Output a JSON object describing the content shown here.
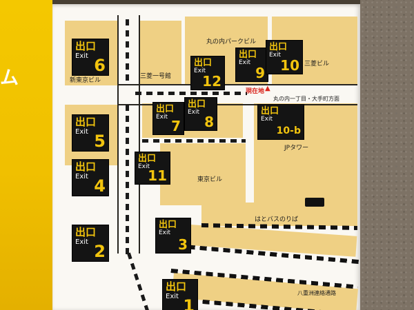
{
  "wall": {
    "side_text": "ム"
  },
  "map": {
    "exits": [
      {
        "cn": "出口",
        "en": "Exit",
        "num": "6"
      },
      {
        "cn": "出口",
        "en": "Exit",
        "num": "12"
      },
      {
        "cn": "出口",
        "en": "Exit",
        "num": "9"
      },
      {
        "cn": "出口",
        "en": "Exit",
        "num": "10"
      },
      {
        "cn": "出口",
        "en": "Exit",
        "num": "5"
      },
      {
        "cn": "出口",
        "en": "Exit",
        "num": "7"
      },
      {
        "cn": "出口",
        "en": "Exit",
        "num": "8"
      },
      {
        "cn": "出口",
        "en": "Exit",
        "num": "10-b"
      },
      {
        "cn": "出口",
        "en": "Exit",
        "num": "11"
      },
      {
        "cn": "出口",
        "en": "Exit",
        "num": "4"
      },
      {
        "cn": "出口",
        "en": "Exit",
        "num": "3"
      },
      {
        "cn": "出口",
        "en": "Exit",
        "num": "2"
      },
      {
        "cn": "出口",
        "en": "Exit",
        "num": "1"
      }
    ],
    "labels": {
      "marunouchi_park": "丸の内パークビル",
      "mitsubishi": "三菱ビル",
      "shin_tokyo": "新東京ビル",
      "mitsubishi_ichigokan": "三菱一号館",
      "direction": "丸の内一丁目・大手町方面",
      "current_location": "現在地",
      "jp_tower": "JPタワー",
      "tokyo_bldg": "東京ビル",
      "hato_bus": "はとバスのりば",
      "yaesu": "八重洲連絡通路"
    },
    "marker_triangle": "▲"
  },
  "colors": {
    "wall_yellow": "#f0c000",
    "wall_stone": "#7d7265",
    "panel_white": "#faf8f3",
    "building_tan": "#efd084",
    "sign_black": "#141414",
    "sign_yellow": "#f2c40e",
    "current_red": "#d9251d",
    "line_black": "#1a1a1a"
  }
}
